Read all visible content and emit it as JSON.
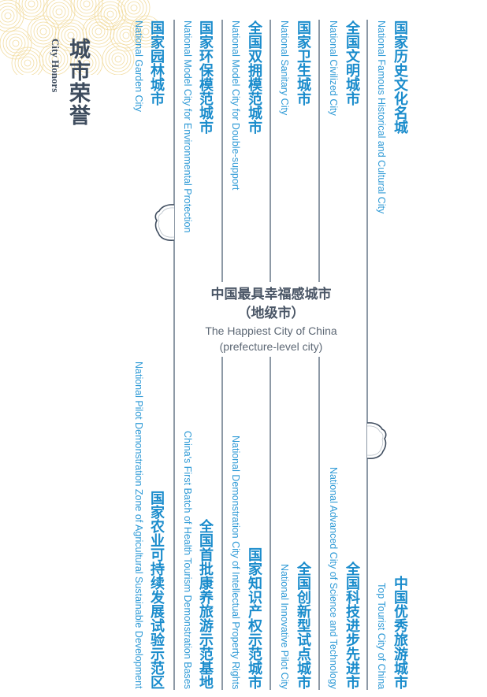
{
  "header": {
    "title_cn": "城市荣誉",
    "title_en": "City Honors"
  },
  "colors": {
    "accent_blue": "#1a8ccc",
    "line_gray": "#8d99a6",
    "title_dark": "#3e4c5e",
    "deco_gold": "#f2dca0"
  },
  "top_honors": [
    {
      "cn": "国家历史文化名城",
      "en": "National Famous Historical and Cultural City"
    },
    {
      "cn": "全国文明城市",
      "en": "National Civilized City"
    },
    {
      "cn": "国家卫生城市",
      "en": "National Sanitary City"
    },
    {
      "cn": "全国双拥模范城市",
      "en": "National Model City for Double-support"
    },
    {
      "cn": "国家环保模范城市",
      "en": "National Model City for Environmental Protection"
    },
    {
      "cn": "国家园林城市",
      "en": "National Garden City"
    }
  ],
  "center_honor": {
    "cn_line1": "中国最具幸福感城市",
    "cn_line2": "（地级市）",
    "en_line1": "The Happiest City of China",
    "en_line2": "(prefecture-level city)"
  },
  "bottom_honors": [
    {
      "cn": "中国优秀旅游城市",
      "en": "Top Tourist City of China"
    },
    {
      "cn": "全国科技进步先进市",
      "en": "National Advanced City of Science and Technology"
    },
    {
      "cn": "全国创新型试点城市",
      "en": "National Innovative Pilot City"
    },
    {
      "cn": "国家知识产权示范城市",
      "en": "National Demonstration City of Intellectual Property Rights"
    },
    {
      "cn": "全国首批康养旅游示范基地",
      "en": "China's First Batch of Health Tourism Demonstration Bases"
    },
    {
      "cn": "国家农业可持续发展试验示范区",
      "en": "National Pilot Demonstration Zone of Agricultural Sustainable Development"
    }
  ]
}
